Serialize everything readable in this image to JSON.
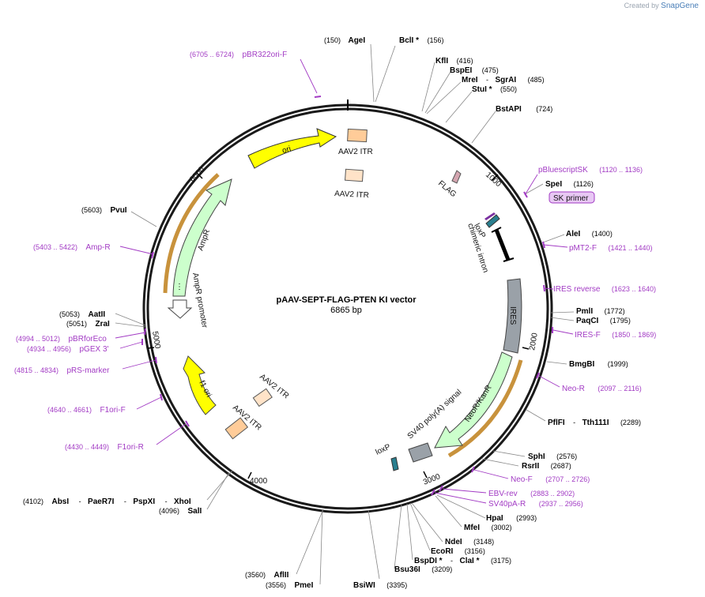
{
  "credit": {
    "prefix": "Created by",
    "brand": "SnapGene"
  },
  "plasmid": {
    "name": "pAAV-SEPT-FLAG-PTEN KI vector",
    "length": "6865 bp"
  },
  "ticks": [
    "1000",
    "2000",
    "3000",
    "4000",
    "5000",
    "6000"
  ],
  "features": {
    "ori": "ori",
    "ampr": "AmpR",
    "ampr_promoter": "AmpR promoter",
    "f1ori": "f1 ori",
    "aav2itr_1": "AAV2 ITR",
    "aav2itr_2": "AAV2 ITR",
    "aav2itr_3": "AAV2 ITR",
    "aav2itr_4": "AAV2 ITR",
    "flag": "FLAG",
    "loxp_1": "loxP",
    "loxp_2": "loxP",
    "chimeric_intron": "chimeric intron",
    "ires": "IRES",
    "neor": "NeoR/KanR",
    "sv40": "SV40 poly(A) signal"
  },
  "enzymes": {
    "agei": {
      "pos": "(150)",
      "name": "AgeI"
    },
    "bcli": {
      "name": "BclI *",
      "pos": "(156)"
    },
    "kfli": {
      "name": "KflI",
      "pos": "(416)"
    },
    "bspei": {
      "name": "BspEI",
      "pos": "(475)"
    },
    "mrei": {
      "name": "MreI",
      "sep": "-",
      "name2": "SgrAI",
      "pos": "(485)"
    },
    "stui": {
      "name": "StuI *",
      "pos": "(550)"
    },
    "bstapi": {
      "name": "BstAPI",
      "pos": "(724)"
    },
    "spei": {
      "name": "SpeI",
      "pos": "(1126)"
    },
    "alei": {
      "name": "AleI",
      "pos": "(1400)"
    },
    "pmli": {
      "name": "PmlI",
      "pos": "(1772)"
    },
    "paqci": {
      "name": "PaqCI",
      "pos": "(1795)"
    },
    "bmgbi": {
      "name": "BmgBI",
      "pos": "(1999)"
    },
    "pflfi": {
      "name": "PflFI",
      "sep": "-",
      "name2": "Tth111I",
      "pos": "(2289)"
    },
    "sphi": {
      "name": "SphI",
      "pos": "(2576)"
    },
    "rsrii": {
      "name": "RsrII",
      "pos": "(2687)"
    },
    "hpai": {
      "name": "HpaI",
      "pos": "(2993)"
    },
    "mfei": {
      "name": "MfeI",
      "pos": "(3002)"
    },
    "ndei": {
      "name": "NdeI",
      "pos": "(3148)"
    },
    "ecori": {
      "name": "EcoRI",
      "pos": "(3156)"
    },
    "bspdi": {
      "name": "BspDI *",
      "sep": "-",
      "name2": "ClaI *",
      "pos": "(3175)"
    },
    "bsu36i": {
      "name": "Bsu36I",
      "pos": "(3209)"
    },
    "bsiwi": {
      "name": "BsiWI",
      "pos": "(3395)"
    },
    "aflii": {
      "pos": "(3560)",
      "name": "AflII"
    },
    "pmei": {
      "pos": "(3556)",
      "name": "PmeI"
    },
    "absi": {
      "pos": "(4102)",
      "name": "AbsI",
      "sep1": "-",
      "name2": "PaeR7I",
      "sep2": "-",
      "name3": "PspXI",
      "sep3": "-",
      "name4": "XhoI"
    },
    "sali": {
      "pos": "(4096)",
      "name": "SalI"
    },
    "aatii": {
      "pos": "(5053)",
      "name": "AatII"
    },
    "zrai": {
      "pos": "(5051)",
      "name": "ZraI"
    },
    "pvui": {
      "pos": "(5603)",
      "name": "PvuI"
    }
  },
  "primers": {
    "pbr322ori": {
      "pos": "(6705 .. 6724)",
      "name": "pBR322ori-F"
    },
    "pbluescriptsk": {
      "name": "pBluescriptSK",
      "pos": "(1120 .. 1136)"
    },
    "skprimer": {
      "name": "SK primer"
    },
    "pmt2": {
      "name": "pMT2-F",
      "pos": "(1421 .. 1440)"
    },
    "iresrev": {
      "name": "IRES reverse",
      "pos": "(1623 .. 1640)"
    },
    "iresf": {
      "name": "IRES-F",
      "pos": "(1850 .. 1869)"
    },
    "neor": {
      "name": "Neo-R",
      "pos": "(2097 .. 2116)"
    },
    "neof": {
      "name": "Neo-F",
      "pos": "(2707 .. 2726)"
    },
    "ebvrev": {
      "name": "EBV-rev",
      "pos": "(2883 .. 2902)"
    },
    "sv40par": {
      "name": "SV40pA-R",
      "pos": "(2937 .. 2956)"
    },
    "ampr": {
      "pos": "(5403 .. 5422)",
      "name": "Amp-R"
    },
    "pbrforeco": {
      "pos": "(4994 .. 5012)",
      "name": "pBRforEco"
    },
    "pgex3": {
      "pos": "(4934 .. 4956)",
      "name": "pGEX 3'"
    },
    "prsmarker": {
      "pos": "(4815 .. 4834)",
      "name": "pRS-marker"
    },
    "f1orif": {
      "pos": "(4640 .. 4661)",
      "name": "F1ori-F"
    },
    "f1orir": {
      "pos": "(4430 .. 4449)",
      "name": "F1ori-R"
    }
  },
  "colors": {
    "backbone": "#1a1a1a",
    "primer": "#a23bc4",
    "ori": "#ffff00",
    "itr": "#ffcc99",
    "ampr": "#ccffcc",
    "ires": "#9aa1a8",
    "loxp": "#2a7f8f",
    "flag": "#d4a5b0",
    "orf_outline": "#c8923c"
  }
}
